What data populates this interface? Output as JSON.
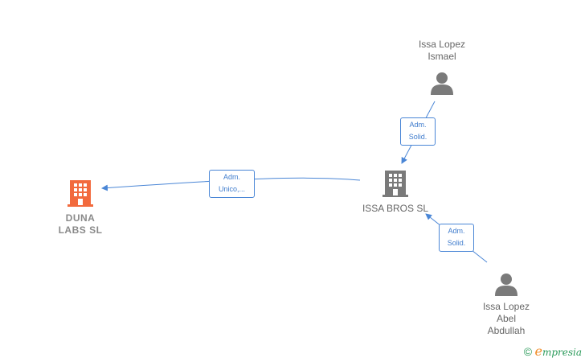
{
  "nodes": {
    "duna_labs": {
      "label": "DUNA\nLABS  SL",
      "type": "company",
      "color": "#f26a3d"
    },
    "issa_bros": {
      "label": "ISSA BROS  SL",
      "type": "company",
      "color": "#7a7a7a"
    },
    "issa_ismael": {
      "label": "Issa Lopez\nIsmael",
      "type": "person",
      "color": "#7a7a7a"
    },
    "issa_abel": {
      "label": "Issa Lopez\nAbel\nAbdullah",
      "type": "person",
      "color": "#7a7a7a"
    }
  },
  "edges": [
    {
      "from": "issa_bros",
      "to": "duna_labs",
      "label": "Adm.\nUnico,..."
    },
    {
      "from": "issa_ismael",
      "to": "issa_bros",
      "label": "Adm.\nSolid."
    },
    {
      "from": "issa_abel",
      "to": "issa_bros",
      "label": "Adm.\nSolid."
    }
  ],
  "colors": {
    "edge": "#4a86d6"
  },
  "brand": {
    "copyright": "©",
    "initial": "e",
    "name": "mpresia"
  }
}
